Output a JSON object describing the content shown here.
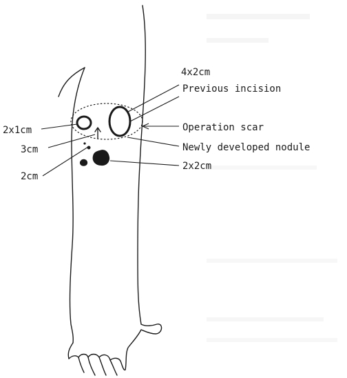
{
  "figure": {
    "labels": {
      "size_large_incision": "4x2cm",
      "previous_incision": "Previous incision",
      "operation_scar": "Operation scar",
      "newly_developed_nodule": "Newly developed nodule",
      "size_nodule": "2x2cm",
      "size_small_incision": "2x1cm",
      "distance_3cm": "3cm",
      "distance_2cm": "2cm"
    },
    "colors": {
      "ink": "#1a1a1a",
      "background": "#ffffff"
    }
  }
}
